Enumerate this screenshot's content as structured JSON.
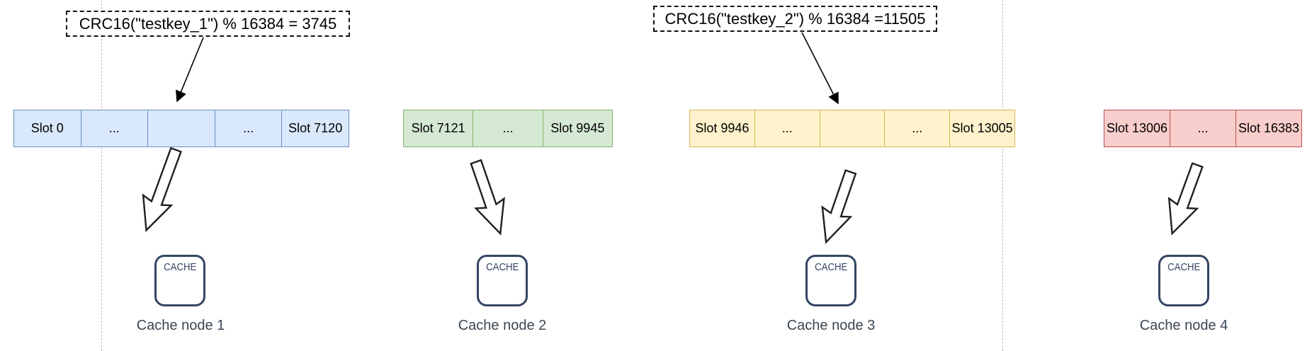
{
  "diagram": {
    "type": "hash-slot-sharding-diagram",
    "total_slots": 16384
  },
  "annotations": [
    {
      "text": "CRC16(\"testkey_1\") % 16384 = 3745",
      "result_slot": 3745
    },
    {
      "text": "CRC16(\"testkey_2\") % 16384 =11505",
      "result_slot": 11505
    }
  ],
  "bars": [
    {
      "node": "Cache node 1",
      "range_start": 0,
      "range_end": 7120,
      "fill": "#dae8fc",
      "stroke": "#6c8ebf",
      "cells": [
        "Slot 0",
        "...",
        "",
        "...",
        "Slot 7120"
      ]
    },
    {
      "node": "Cache node 2",
      "range_start": 7121,
      "range_end": 9945,
      "fill": "#d5e8d4",
      "stroke": "#82b366",
      "cells": [
        "Slot 7121",
        "...",
        "Slot 9945"
      ]
    },
    {
      "node": "Cache node 3",
      "range_start": 9946,
      "range_end": 13005,
      "fill": "#fff2cc",
      "stroke": "#d6b656",
      "cells": [
        "Slot 9946",
        "...",
        "",
        "...",
        "Slot 13005"
      ]
    },
    {
      "node": "Cache node 4",
      "range_start": 13006,
      "range_end": 16383,
      "fill": "#f8cecc",
      "stroke": "#b85450",
      "cells": [
        "Slot 13006",
        "...",
        "Slot 16383"
      ]
    }
  ],
  "cache_nodes": [
    {
      "box_label": "CACHE",
      "label": "Cache node 1"
    },
    {
      "box_label": "CACHE",
      "label": "Cache node 2"
    },
    {
      "box_label": "CACHE",
      "label": "Cache node 3"
    },
    {
      "box_label": "CACHE",
      "label": "Cache node 4"
    }
  ],
  "colors": {
    "node_border": "#344563",
    "node_label_text": "#3a4754",
    "annotation_border": "#141414",
    "guide_line": "#b5b5b5",
    "connector": "#000000"
  }
}
